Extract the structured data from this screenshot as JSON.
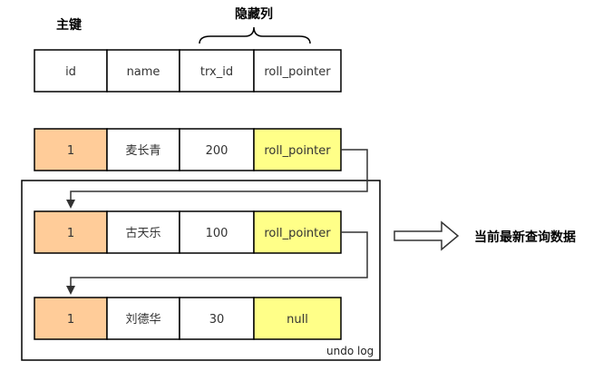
{
  "labels": {
    "primary_key": "主键",
    "hidden_columns": "隐藏列",
    "current_latest": "当前最新查询数据",
    "undo_log": "undo log"
  },
  "header_row": [
    "id",
    "name",
    "trx_id",
    "roll_pointer"
  ],
  "current_row": [
    "1",
    "麦长青",
    "200",
    "roll_pointer"
  ],
  "undo_rows": [
    [
      "1",
      "古天乐",
      "100",
      "roll_pointer"
    ],
    [
      "1",
      "刘德华",
      "30",
      "null"
    ]
  ],
  "colors": {
    "id_cell": "#ffcc99",
    "pointer_cell": "#ffff88",
    "plain_cell": "#ffffff",
    "border": "#000000",
    "arrow": "#333333"
  }
}
